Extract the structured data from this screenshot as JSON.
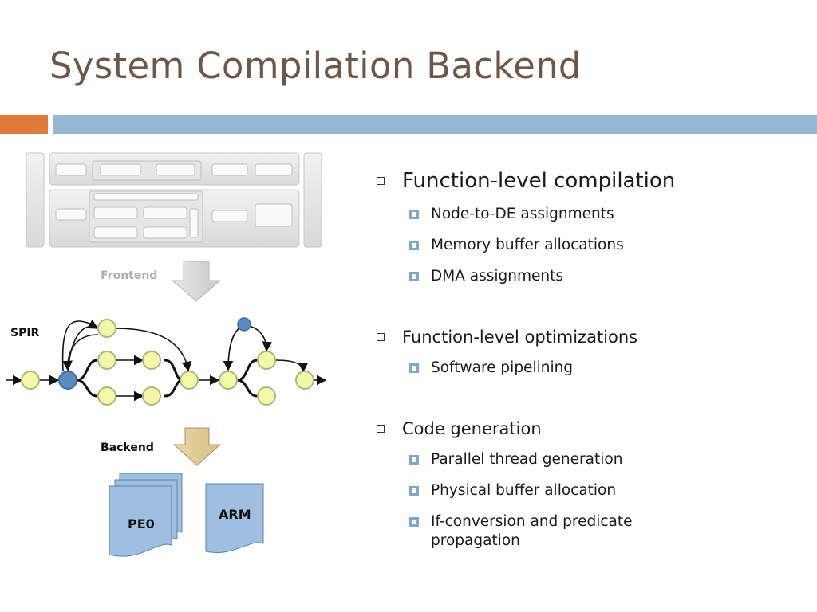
{
  "slide": {
    "title": "System Compilation Backend",
    "accent_color": "#e07b3c",
    "band_color": "#97b6d3",
    "title_color": "#6e5747"
  },
  "bullets": [
    {
      "text": "Function-level compilation",
      "subitems": [
        "Node-to-DE assignments",
        "Memory buffer allocations",
        "DMA assignments"
      ]
    },
    {
      "text": "Function-level optimizations",
      "subitems": [
        "Software pipelining"
      ]
    },
    {
      "text": "Code generation",
      "subitems": [
        "Parallel thread generation",
        "Physical buffer allocation",
        "If-conversion and predicate propagation"
      ]
    }
  ],
  "figure": {
    "frontend_label": "Frontend",
    "spir_label": "SPIR",
    "backend_label": "Backend",
    "doc_pe_label": "PE0",
    "doc_arm_label": "ARM"
  }
}
